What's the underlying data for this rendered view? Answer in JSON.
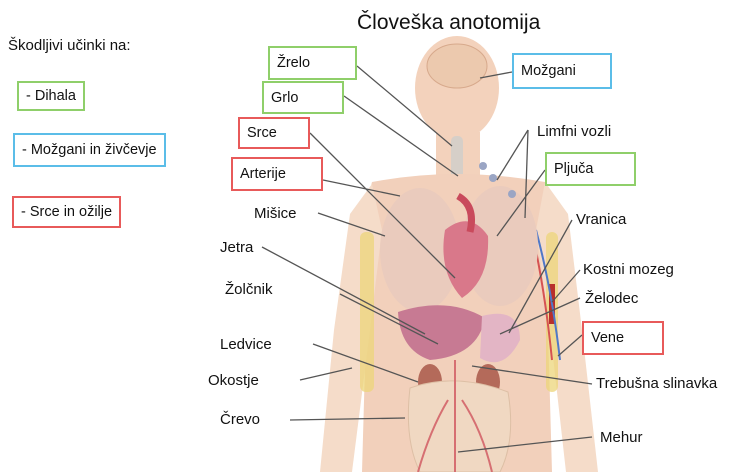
{
  "title": "Človeška anotomija",
  "legend": {
    "heading": "Škodljivi učinki na:",
    "items": [
      {
        "label": "- Dihala",
        "color": "#8fcf6a"
      },
      {
        "label": "- Možgani in živčevje",
        "color": "#5bbde8"
      },
      {
        "label": "- Srce in ožilje",
        "color": "#e85a5a"
      }
    ]
  },
  "boxed_labels": {
    "zrelo": "Žrelo",
    "grlo": "Grlo",
    "srce": "Srce",
    "arterije": "Arterije",
    "mozgani": "Možgani",
    "pljuca": "Pljuča",
    "vene": "Vene"
  },
  "labels": {
    "misice": "Mišice",
    "jetra": "Jetra",
    "zolcnik": "Žolčnik",
    "ledvice": "Ledvice",
    "okostje": "Okostje",
    "crevo": "Črevo",
    "limfni_vozli": "Limfni vozli",
    "vranica": "Vranica",
    "kostni_mozeg": "Kostni mozeg",
    "zelodec": "Želodec",
    "trebusna_slinavka": "Trebušna slinavka",
    "mehur": "Mehur"
  },
  "colors": {
    "respiratory": "#8fcf6a",
    "nervous": "#5bbde8",
    "cardio": "#e85a5a",
    "skin": "#f3d2bc",
    "leader": "#555555"
  }
}
